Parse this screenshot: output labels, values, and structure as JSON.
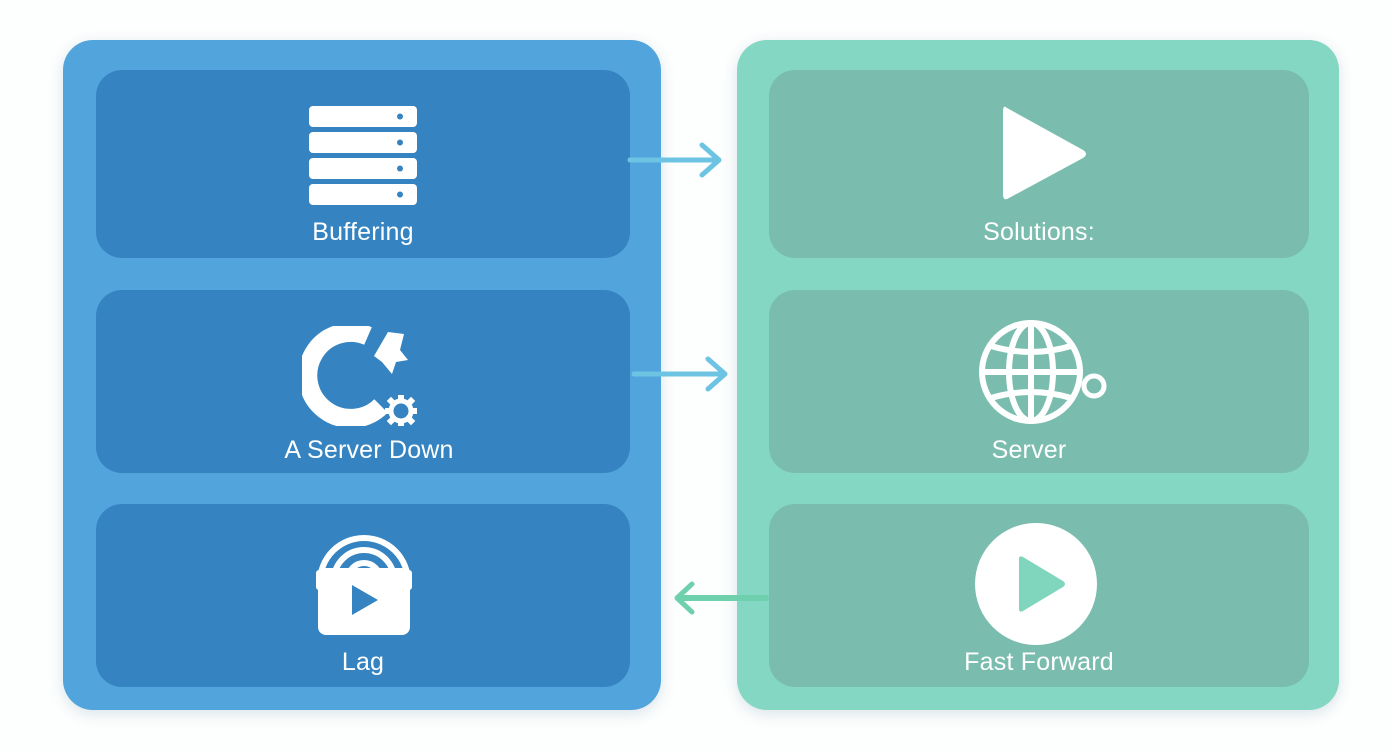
{
  "problems": {
    "items": [
      {
        "label": "Buffering",
        "icon": "server-rack-icon"
      },
      {
        "label": "A Server Down",
        "icon": "refresh-gear-icon"
      },
      {
        "label": "Lag",
        "icon": "locked-play-icon"
      }
    ]
  },
  "solutions": {
    "items": [
      {
        "label": "Solutions:",
        "icon": "play-icon"
      },
      {
        "label": "Server",
        "icon": "globe-icon"
      },
      {
        "label": "Fast Forward",
        "icon": "play-circle-icon"
      }
    ]
  },
  "colors": {
    "left_panel": "#52a4dd",
    "left_card": "#3584c1",
    "right_panel": "#84d7c3",
    "right_card": "#7abdaf",
    "arrow_blue": "#6cc3e2",
    "arrow_green": "#6fd0ae"
  }
}
